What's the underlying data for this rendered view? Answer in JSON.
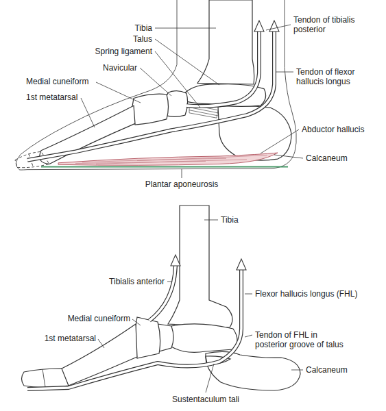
{
  "diagram": {
    "labels": [
      "Tibia",
      "Talus",
      "Spring ligament",
      "Navicular",
      "Medial cuneiform",
      "1st metatarsal",
      "Tendon of tibialis posterior",
      "Tendon of flexor hallucis longus",
      "Abductor hallucis",
      "Calcaneum",
      "Plantar aponeurosis",
      "Tibia",
      "Tibialis anterior",
      "Flexor hallucis longus (FHL)",
      "Medial cuneiform",
      "1st metatarsal",
      "Tendon of FHL in posterior groove of talus",
      "Calcaneum",
      "Sustentaculum tali"
    ]
  }
}
